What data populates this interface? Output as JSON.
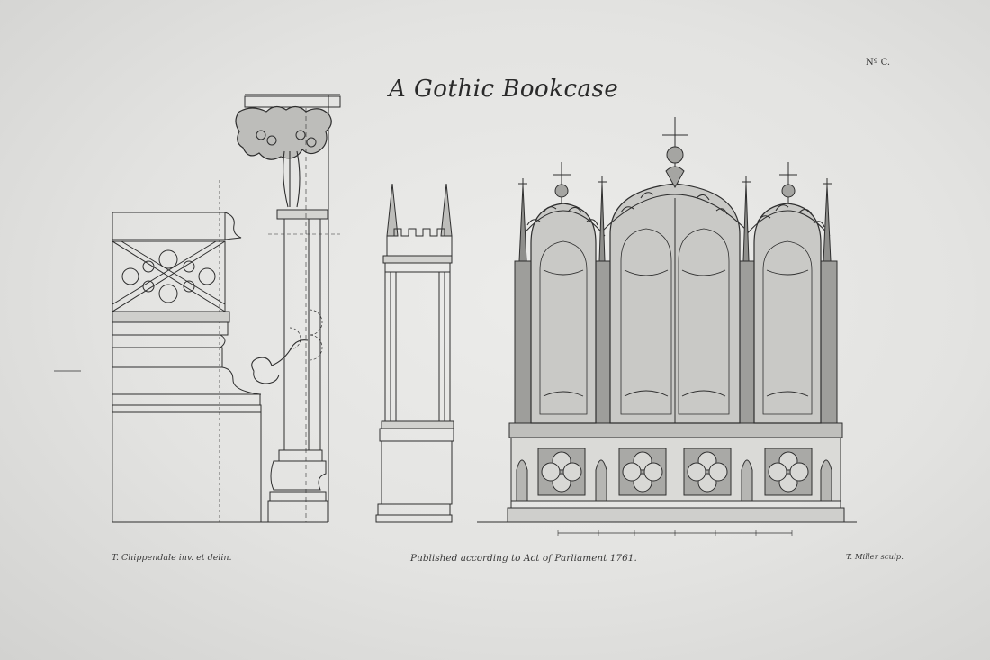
{
  "plate": {
    "number": "Nº C.",
    "title": "A Gothic Bookcase",
    "credit_left": "T. Chippendale inv. et delin.",
    "credit_center": "Published according to Act of Parliament 1761.",
    "credit_right": "T. Miller sculp."
  },
  "colors": {
    "paper": "#e6e6e4",
    "ink": "#2a2a2a",
    "glass": "#c9c9c6"
  },
  "icons": {
    "finial": "cross-finial-icon",
    "quatrefoil": "quatrefoil-icon"
  }
}
